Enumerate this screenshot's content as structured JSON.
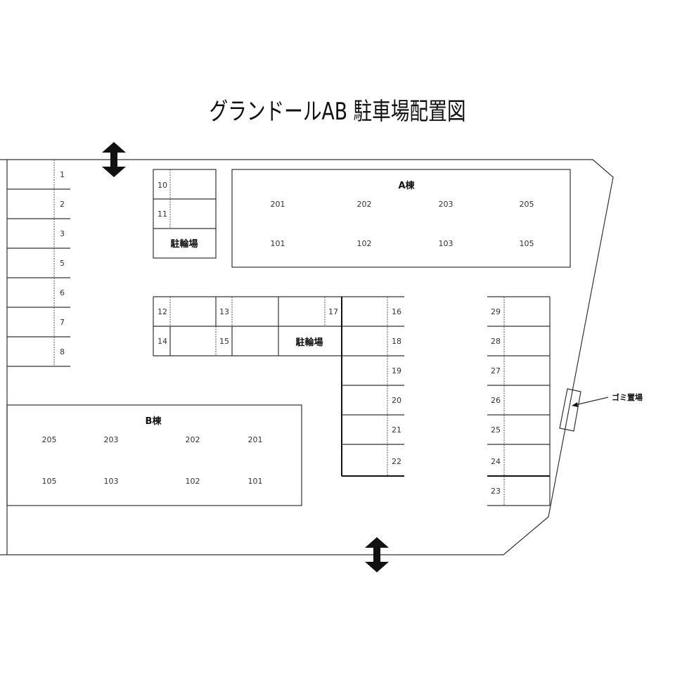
{
  "title": "グランドールAB  駐車場配置図",
  "building_a": {
    "label": "A棟",
    "upper": [
      "201",
      "202",
      "203",
      "205"
    ],
    "lower": [
      "101",
      "102",
      "103",
      "105"
    ]
  },
  "building_b": {
    "label": "B棟",
    "upper": [
      "205",
      "203",
      "202",
      "201"
    ],
    "lower": [
      "105",
      "103",
      "102",
      "101"
    ]
  },
  "bicycle_parking_label": "駐輪場",
  "garbage_label": "ゴミ置場",
  "spaces": {
    "left_column": [
      "1",
      "2",
      "3",
      "5",
      "6",
      "7",
      "8"
    ],
    "top_pair": [
      "10",
      "11"
    ],
    "middle_row_top": [
      "12",
      "13",
      "17",
      "16"
    ],
    "middle_row_bottom": [
      "14",
      "15",
      "18"
    ],
    "center_column": [
      "19",
      "20",
      "21",
      "22"
    ],
    "right_column": [
      "29",
      "28",
      "27",
      "26",
      "25",
      "24",
      "23"
    ]
  }
}
